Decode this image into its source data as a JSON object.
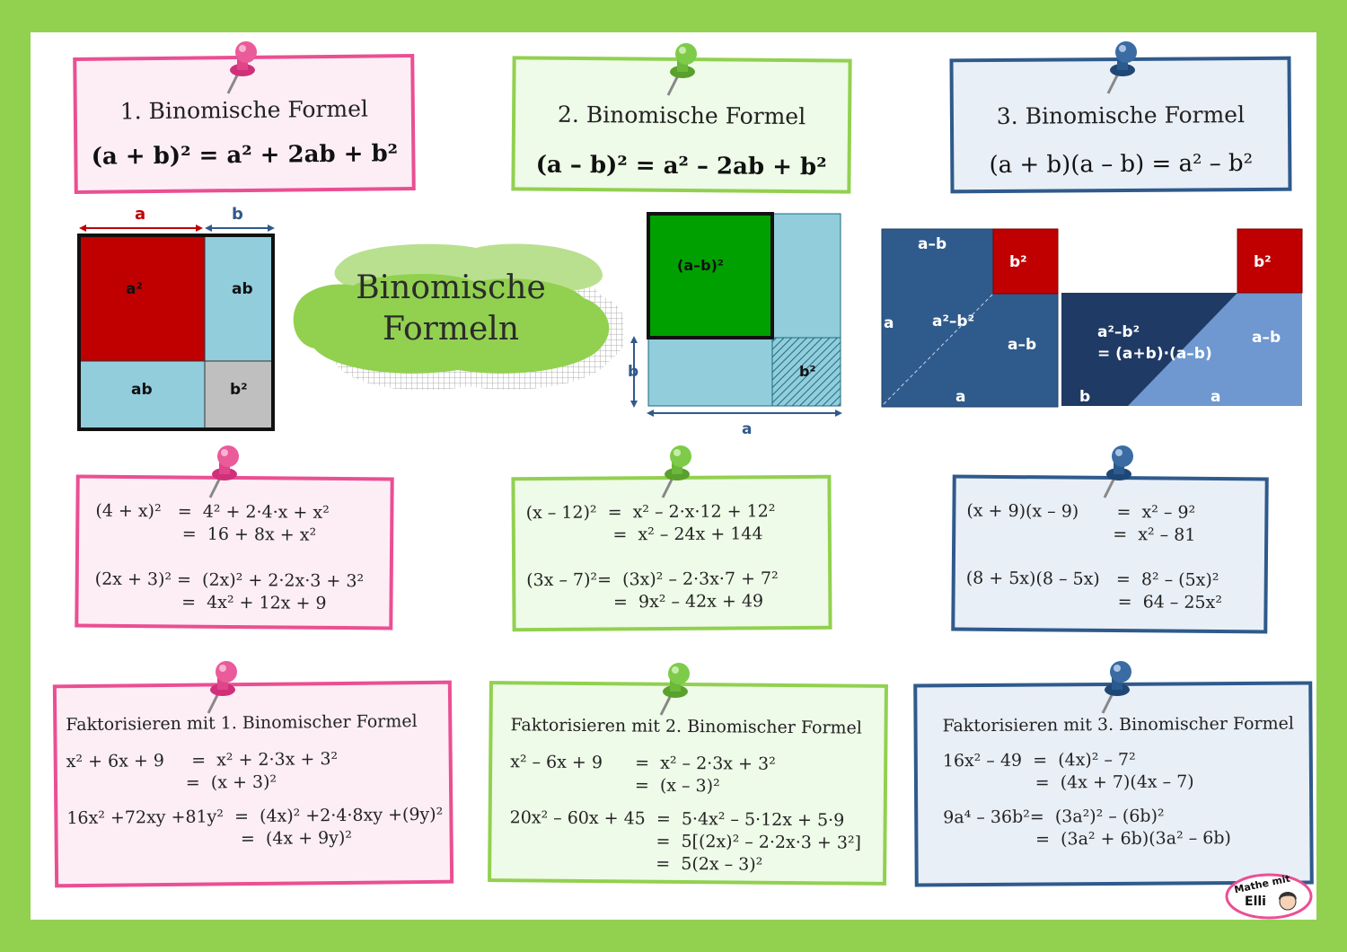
{
  "colors": {
    "frame": "#92d050",
    "pink": "#ea4f93",
    "green": "#92d050",
    "blue": "#2f5a8c",
    "red_square": "#c00000",
    "light_blue_square": "#92cddc",
    "grey_square": "#bfbfbf",
    "dark_green_square": "#00a000"
  },
  "icons": [
    "push-pin-icon",
    "mathe-mit-elli-logo"
  ],
  "cards": {
    "first": {
      "title": "1. Binomische Formel",
      "formula": "(a + b)² = a² + 2ab + b²"
    },
    "second": {
      "title": "2. Binomische Formel",
      "formula": "(a – b)² = a² – 2ab + b²"
    },
    "third": {
      "title": "3. Binomische Formel",
      "formula": "(a + b)(a – b) = a² – b²"
    }
  },
  "center_title": {
    "line1": "Binomische",
    "line2": "Formeln"
  },
  "figure1": {
    "top_a": "a",
    "top_b": "b",
    "cell_a2": "a²",
    "cell_ab_top": "ab",
    "cell_ab_bottom": "ab",
    "cell_b2": "b²"
  },
  "figure2": {
    "square_label": "(a–b)²",
    "corner_label": "b²",
    "side_b": "b",
    "bottom_a": "a"
  },
  "figure3": {
    "left_top": "a–b",
    "left_b2": "b²",
    "left_side_a": "a",
    "left_center": "a²–b²",
    "left_right": "a–b",
    "left_bottom_a": "a",
    "right_b2": "b²",
    "right_line1": "a²–b²",
    "right_line2": "= (a+b)·(a–b)",
    "right_ab": "a–b",
    "right_bottom_b": "b",
    "right_bottom_a": "a"
  },
  "examples": {
    "first": {
      "lines": [
        "(4 + x)²   =  4² + 2·4·x + x²",
        "                =  16 + 8x + x²",
        "",
        "(2x + 3)² =  (2x)² + 2·2x·3 + 3²",
        "                =  4x² + 12x + 9"
      ]
    },
    "second": {
      "lines": [
        "(x – 12)²  =  x² – 2·x·12 + 12²",
        "                =  x² – 24x + 144",
        "",
        "(3x – 7)²=  (3x)² – 2·3x·7 + 7²",
        "                =  9x² – 42x + 49"
      ]
    },
    "third": {
      "lines": [
        "(x + 9)(x – 9)       =  x² – 9²",
        "                           =  x² – 81",
        "",
        "(8 + 5x)(8 – 5x)   =  8² – (5x)²",
        "                            =  64 – 25x²"
      ]
    }
  },
  "factoring": {
    "first": {
      "title": "Faktorisieren mit 1. Binomischer Formel",
      "lines": [
        "x² + 6x + 9     =  x² + 2·3x + 3²",
        "                      =  (x + 3)²",
        "16x² +72xy +81y²  =  (4x)² +2·4·8xy +(9y)²",
        "                                =  (4x + 9y)²"
      ]
    },
    "second": {
      "title": "Faktorisieren mit 2. Binomischer Formel",
      "lines": [
        "x² – 6x + 9      =  x² – 2·3x + 3²",
        "                       =  (x – 3)²",
        "20x² – 60x + 45  =  5·4x² – 5·12x + 5·9",
        "                           =  5[(2x)² – 2·2x·3 + 3²]",
        "                           =  5(2x – 3)²"
      ]
    },
    "third": {
      "title": "Faktorisieren mit 3. Binomischer Formel",
      "lines": [
        "16x² – 49  =  (4x)² – 7²",
        "                 =  (4x + 7)(4x – 7)",
        "9a⁴ – 36b²=  (3a²)² – (6b)²",
        "                 =  (3a² + 6b)(3a² – 6b)"
      ]
    }
  },
  "logo": {
    "line1": "Mathe mit",
    "line2": "Elli"
  }
}
